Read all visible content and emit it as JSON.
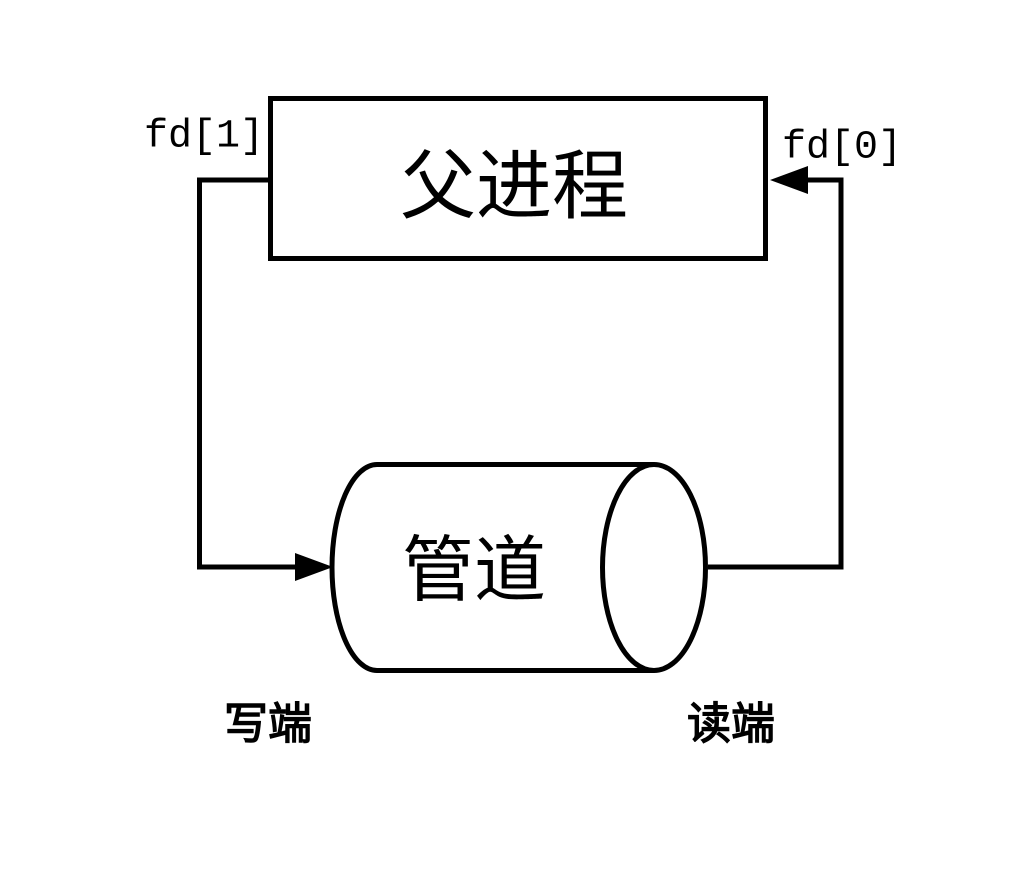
{
  "diagram": {
    "background_color": "#ffffff",
    "stroke_color": "#000000",
    "parent_process": {
      "label": "父进程"
    },
    "pipe": {
      "label": "管道"
    },
    "fd_write": {
      "label": "fd[1]"
    },
    "fd_read": {
      "label": "fd[0]"
    },
    "write_end": {
      "label": "写端"
    },
    "read_end": {
      "label": "读端"
    }
  }
}
